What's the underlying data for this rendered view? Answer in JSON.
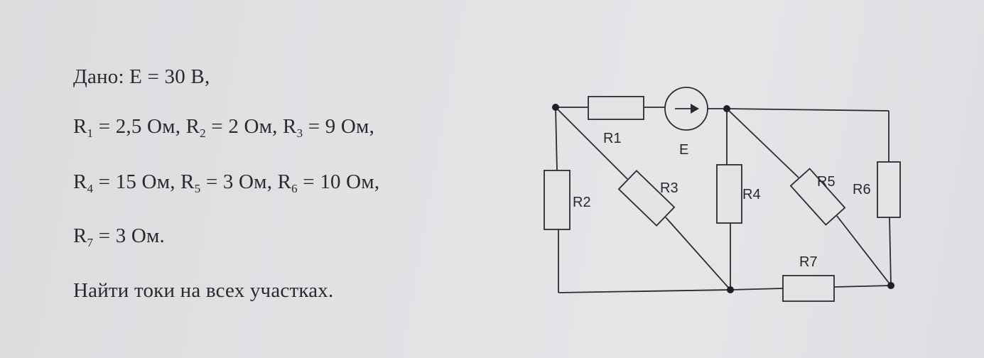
{
  "given": {
    "line1": "Дано: Е = 30 В,",
    "line2": [
      {
        "t": "R"
      },
      {
        "s": "1"
      },
      {
        "t": " = 2,5 Ом, R"
      },
      {
        "s": "2"
      },
      {
        "t": " = 2 Ом,  R"
      },
      {
        "s": "3"
      },
      {
        "t": " = 9 Ом,"
      }
    ],
    "line3": [
      {
        "t": "R"
      },
      {
        "s": "4"
      },
      {
        "t": " = 15 Ом, R"
      },
      {
        "s": "5"
      },
      {
        "t": " = 3 Ом, R"
      },
      {
        "s": "6"
      },
      {
        "t": " = 10 Ом,"
      }
    ],
    "line4": [
      {
        "t": "R"
      },
      {
        "s": "7"
      },
      {
        "t": " = 3 Ом."
      }
    ],
    "task": "Найти токи на всех участках."
  },
  "circuit": {
    "labels": {
      "r1": "R1",
      "r2": "R2",
      "r3": "R3",
      "r4": "R4",
      "r5": "R5",
      "r6": "R6",
      "r7": "R7",
      "e": "E"
    },
    "source_icon": "arrow-right-icon"
  }
}
